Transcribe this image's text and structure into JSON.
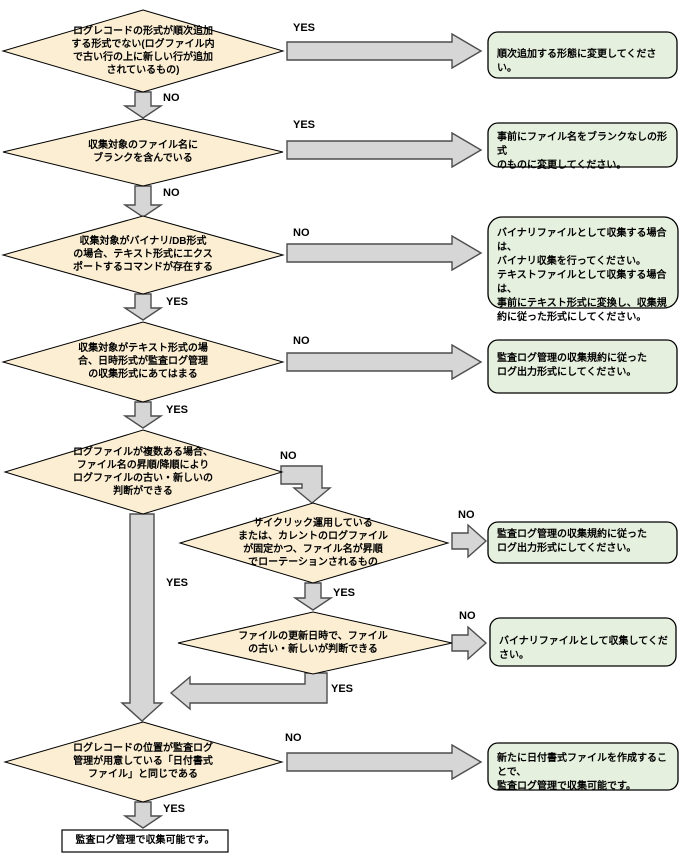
{
  "colors": {
    "decision_fill": "#FBEED3",
    "result_fill": "#E6F0DE",
    "arrow_fill": "#D6D6D6",
    "arrow_border": "#4D4D4D",
    "border": "#000000",
    "final_fill": "#FFFFFF"
  },
  "decisions": [
    {
      "text": "ログレコードの形式が順次追加\nする形式でない(ログファイル内\nで古い行の上に新しい行が追加\nされているもの)",
      "right_label": "YES",
      "down_label": "NO"
    },
    {
      "text": "収集対象のファイル名に\nブランクを含んでいる",
      "right_label": "YES",
      "down_label": "NO"
    },
    {
      "text": "収集対象がバイナリ/DB形式\nの場合、テキスト形式にエクス\nポートするコマンドが存在する",
      "right_label": "NO",
      "down_label": "YES"
    },
    {
      "text": "収集対象がテキスト形式の場\n合、日時形式が監査ログ管理\nの収集形式にあてはまる",
      "right_label": "NO",
      "down_label": "YES"
    },
    {
      "text": "ログファイルが複数ある場合、\nファイル名の昇順/降順により\nログファイルの古い・新しいの\n判断ができる",
      "right_label": "NO",
      "down_label": "YES"
    },
    {
      "text": "サイクリック運用している\nまたは、カレントのログファイル\nが固定かつ、ファイル名が昇順\nでローテーションされるもの",
      "right_label": "NO",
      "down_label": "YES"
    },
    {
      "text": "ファイルの更新日時で、ファイル\nの古い・新しいが判断できる",
      "right_label": "NO",
      "down_label": "YES"
    },
    {
      "text": "ログレコードの位置が監査ログ\n管理が用意している「日付書式\nファイル」と同じである",
      "right_label": "NO",
      "down_label": "YES"
    }
  ],
  "results": [
    {
      "text": "順次追加する形態に変更してください。"
    },
    {
      "text": "事前にファイル名をブランクなしの形式\nのものに変更してください。"
    },
    {
      "text": "バイナリファイルとして収集する場合は、\nバイナリ収集を行ってください。\nテキストファイルとして収集する場合は、\n事前にテキスト形式に変換し、収集規\n約に従った形式にしてください。"
    },
    {
      "text": "監査ログ管理の収集規約に従った\nログ出力形式にしてください。"
    },
    {
      "text": "監査ログ管理の収集規約に従った\nログ出力形式にしてください。"
    },
    {
      "text": "バイナリファイルとして収集してください。"
    },
    {
      "text": "新たに日付書式ファイルを作成することで、\n監査ログ管理で収集可能です。"
    }
  ],
  "final": {
    "text": "監査ログ管理で収集可能です。"
  }
}
